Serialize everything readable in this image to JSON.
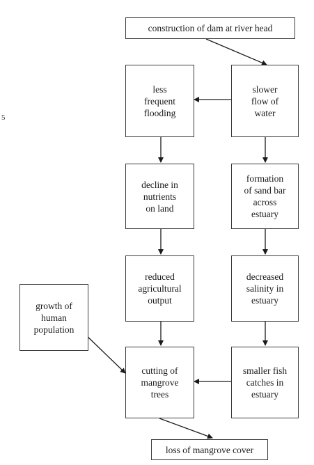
{
  "stray_mark": "5",
  "nodes": {
    "dam": "construction of dam at river head",
    "slower_flow": "slower\nflow of\nwater",
    "less_flooding": "less\nfrequent\nflooding",
    "decline_nutrients": "decline in\nnutrients\non land",
    "sand_bar": "formation\nof sand bar\nacross\nestuary",
    "reduced_output": "reduced\nagricultural\noutput",
    "decreased_salinity": "decreased\nsalinity in\nestuary",
    "human_population": "growth of\nhuman\npopulation",
    "cutting_mangrove": "cutting of\nmangrove\ntrees",
    "smaller_fish": "smaller fish\ncatches in\nestuary",
    "loss_mangrove": "loss of mangrove cover"
  }
}
